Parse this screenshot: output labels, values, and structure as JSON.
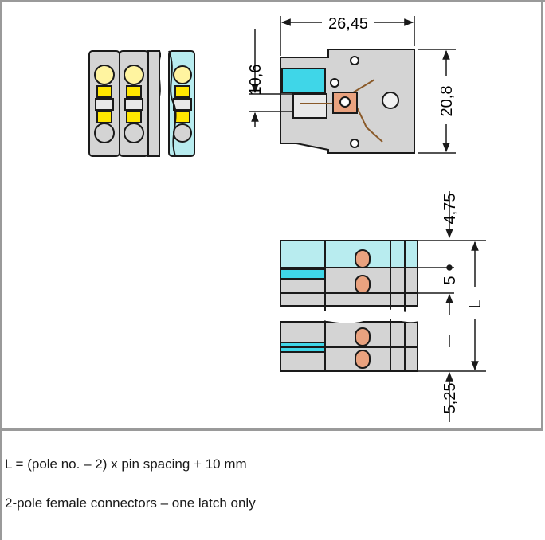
{
  "dimensions": {
    "width_total": "26,45",
    "height_total": "20,8",
    "plug_height": "10,6",
    "top_offset": "4,75",
    "pin_spacing": "5",
    "length": "L",
    "bottom_offset": "5,25"
  },
  "notes": {
    "formula": "L = (pole no. – 2) x pin spacing + 10 mm",
    "latch": "2-pole female connectors – one latch only"
  },
  "colors": {
    "housing_gray": "#d4d4d4",
    "cyan_light": "#b8ecef",
    "cyan": "#3fd6e8",
    "yellow": "#ffe600",
    "copper": "#e9a27f",
    "line": "#1a1a1a"
  }
}
